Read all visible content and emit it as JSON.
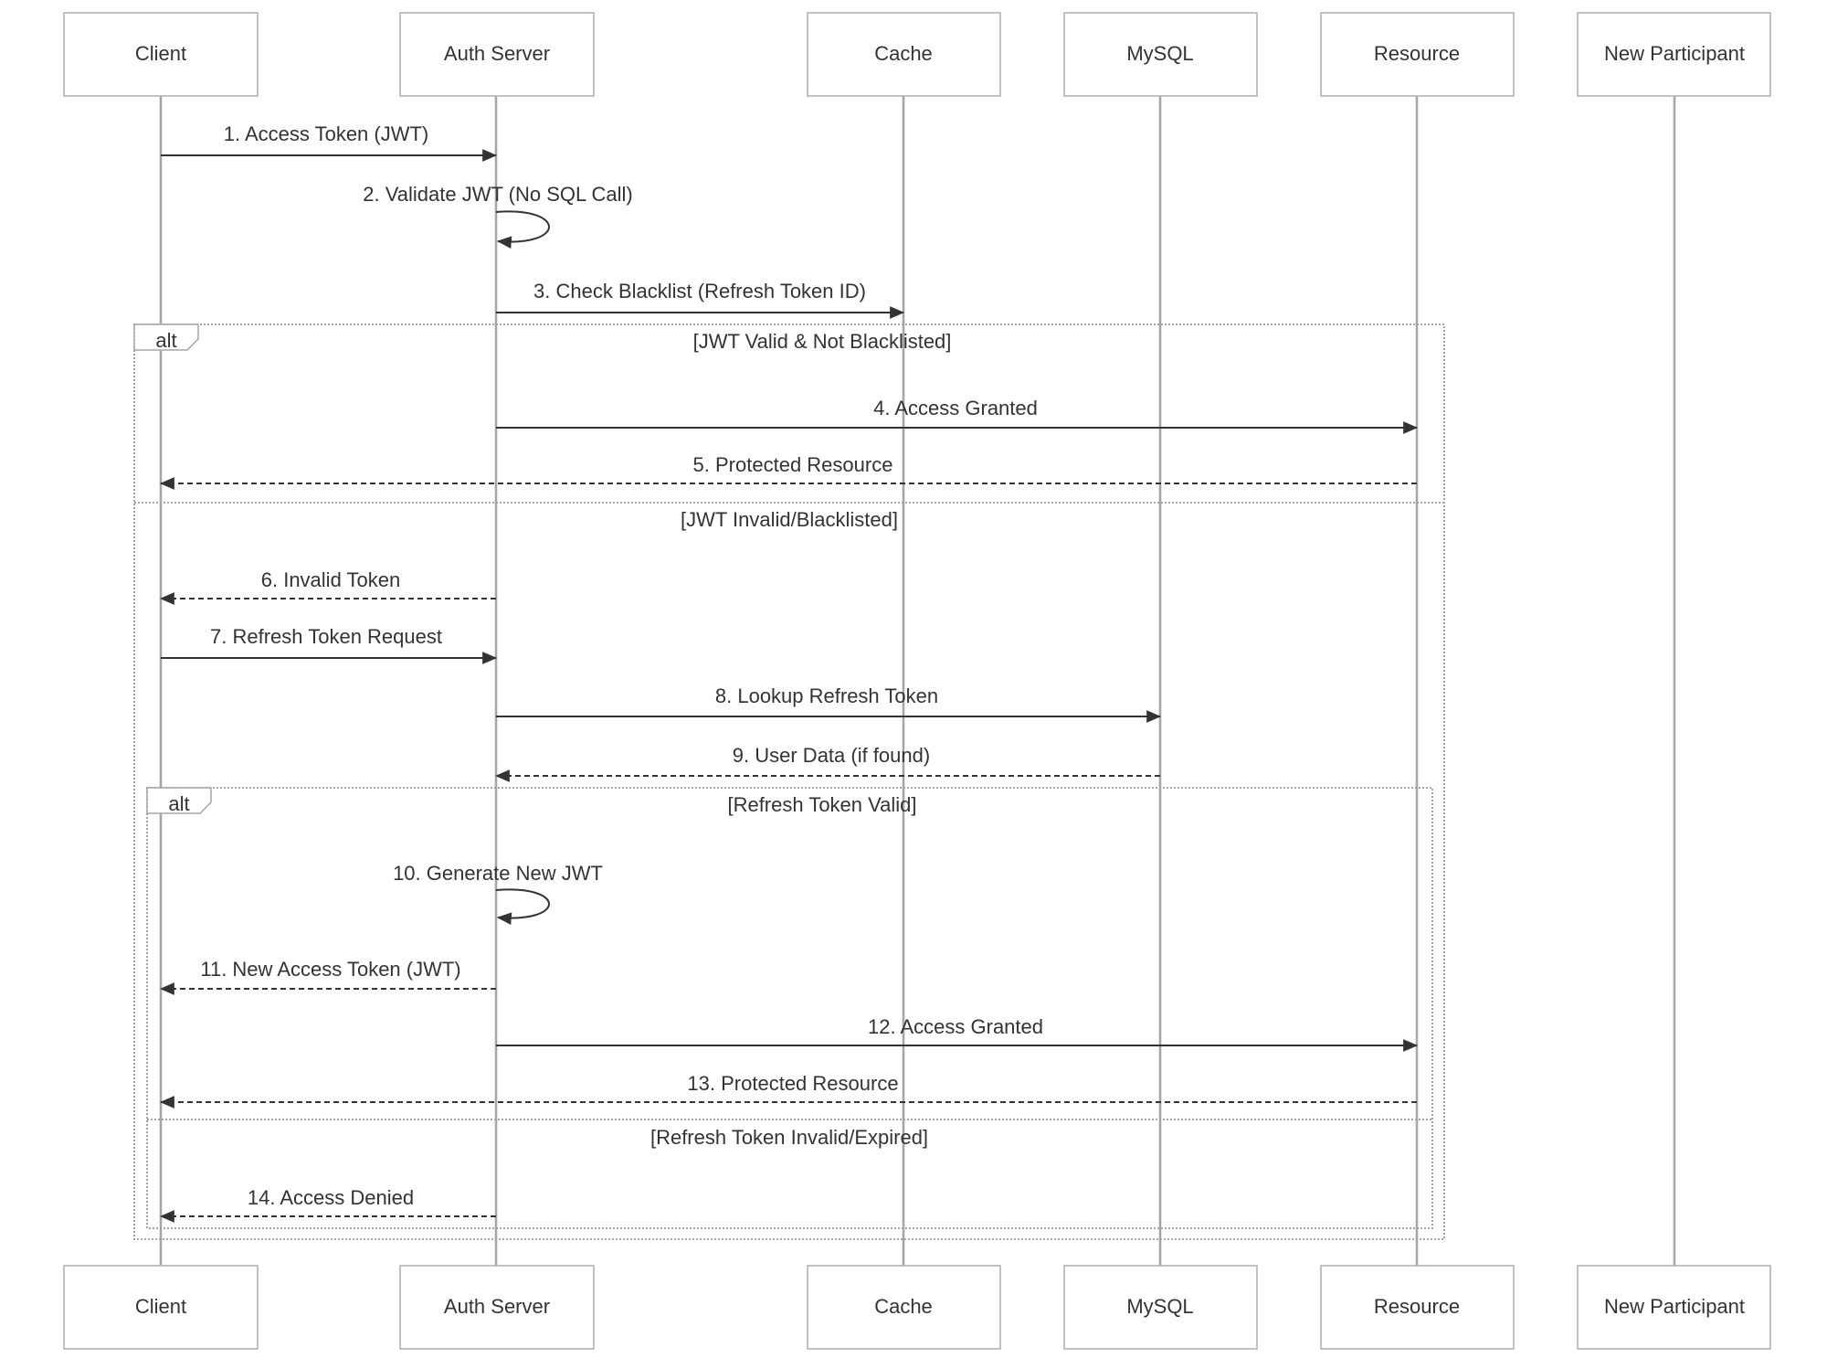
{
  "participants": [
    {
      "id": "client",
      "label": "Client"
    },
    {
      "id": "auth",
      "label": "Auth Server"
    },
    {
      "id": "cache",
      "label": "Cache"
    },
    {
      "id": "mysql",
      "label": "MySQL"
    },
    {
      "id": "resource",
      "label": "Resource"
    },
    {
      "id": "newp",
      "label": "New Participant"
    }
  ],
  "messages": [
    {
      "text": "1. Access Token (JWT)",
      "from": "client",
      "to": "auth",
      "style": "solid"
    },
    {
      "text": "2. Validate JWT (No SQL Call)",
      "from": "auth",
      "to": "auth",
      "style": "solid"
    },
    {
      "text": "3. Check Blacklist (Refresh Token ID)",
      "from": "auth",
      "to": "cache",
      "style": "solid"
    },
    {
      "text": "4. Access Granted",
      "from": "auth",
      "to": "resource",
      "style": "solid"
    },
    {
      "text": "5. Protected Resource",
      "from": "resource",
      "to": "client",
      "style": "dashed"
    },
    {
      "text": "6. Invalid Token",
      "from": "auth",
      "to": "client",
      "style": "dashed"
    },
    {
      "text": "7. Refresh Token Request",
      "from": "client",
      "to": "auth",
      "style": "solid"
    },
    {
      "text": "8. Lookup Refresh Token",
      "from": "auth",
      "to": "mysql",
      "style": "solid"
    },
    {
      "text": "9. User Data (if found)",
      "from": "mysql",
      "to": "auth",
      "style": "dashed"
    },
    {
      "text": "10. Generate New JWT",
      "from": "auth",
      "to": "auth",
      "style": "solid"
    },
    {
      "text": "11. New Access Token (JWT)",
      "from": "auth",
      "to": "client",
      "style": "dashed"
    },
    {
      "text": "12. Access Granted",
      "from": "auth",
      "to": "resource",
      "style": "solid"
    },
    {
      "text": "13. Protected Resource",
      "from": "resource",
      "to": "client",
      "style": "dashed"
    },
    {
      "text": "14. Access Denied",
      "from": "auth",
      "to": "client",
      "style": "dashed"
    }
  ],
  "frames": [
    {
      "type": "alt",
      "sections": [
        "[JWT Valid & Not Blacklisted]",
        "[JWT Invalid/Blacklisted]"
      ]
    },
    {
      "type": "alt",
      "sections": [
        "[Refresh Token Valid]",
        "[Refresh Token Invalid/Expired]"
      ]
    }
  ]
}
